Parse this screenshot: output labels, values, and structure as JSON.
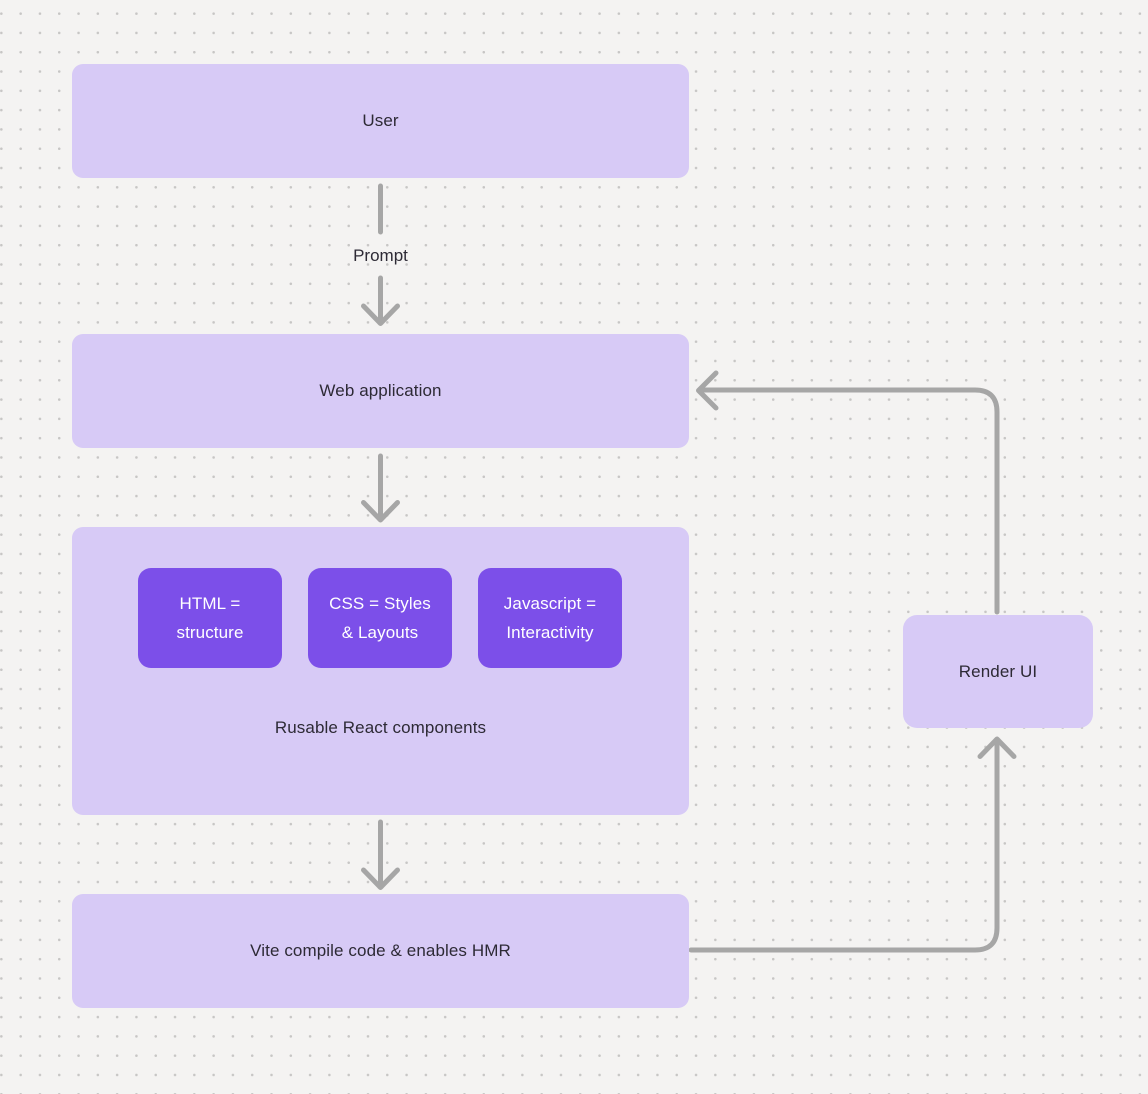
{
  "colors": {
    "canvas_bg": "#f4f3f2",
    "dot": "#c7c6c5",
    "node_fill": "#d7caf6",
    "chip_fill": "#7c4fe9",
    "chip_text": "#ffffff",
    "text": "#2d2a35",
    "connector": "#a6a6a6"
  },
  "nodes": {
    "user": {
      "label": "User"
    },
    "web_application": {
      "label": "Web application"
    },
    "react_container": {
      "caption": "Rusable React components"
    },
    "vite": {
      "label": "Vite compile code & enables HMR"
    },
    "render_ui": {
      "label": "Render UI"
    }
  },
  "chips": [
    {
      "line1": "HTML =",
      "line2": "structure"
    },
    {
      "line1": "CSS = Styles",
      "line2": "& Layouts"
    },
    {
      "line1": "Javascript =",
      "line2": "Interactivity"
    }
  ],
  "edges": {
    "prompt_label": "Prompt"
  }
}
